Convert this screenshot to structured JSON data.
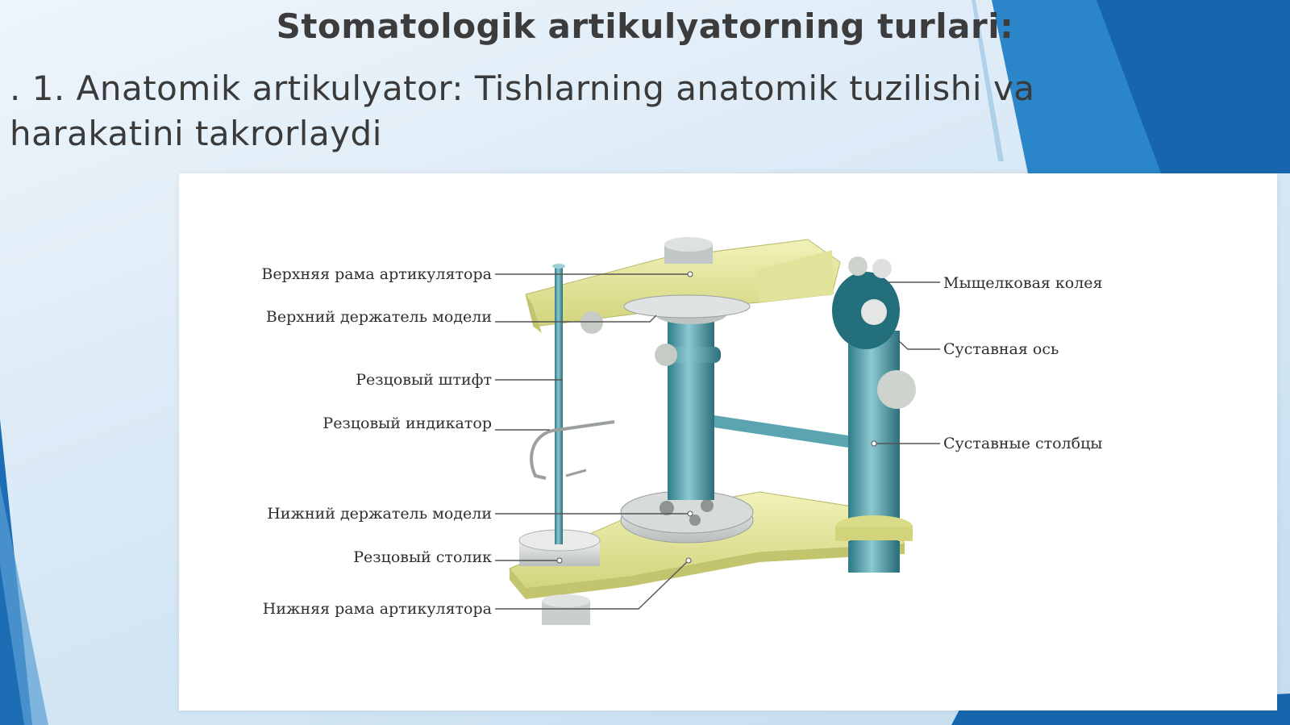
{
  "slide": {
    "title": "Stomatologik artikulyatorning turlari:",
    "body_line1": ". 1. Anatomik artikulyator: Tishlarning anatomik tuzilishi va",
    "body_line2": "harakatini takrorlaydi"
  },
  "figure": {
    "labels": {
      "upper_frame": "Верхняя рама артикулятора",
      "upper_holder": "Верхний держатель модели",
      "incisal_pin": "Резцовый штифт",
      "incisal_indicator": "Резцовый индикатор",
      "lower_holder": "Нижний держатель модели",
      "incisal_table": "Резцовый столик",
      "lower_frame": "Нижняя рама артикулятора",
      "condylar_track": "Мыщелковая колея",
      "joint_axis": "Суставная ось",
      "joint_columns": "Суставные столбцы"
    }
  },
  "colors": {
    "frame": "#e6e79a",
    "column": "#4f9aa6",
    "accent": "#1c6fb8"
  }
}
